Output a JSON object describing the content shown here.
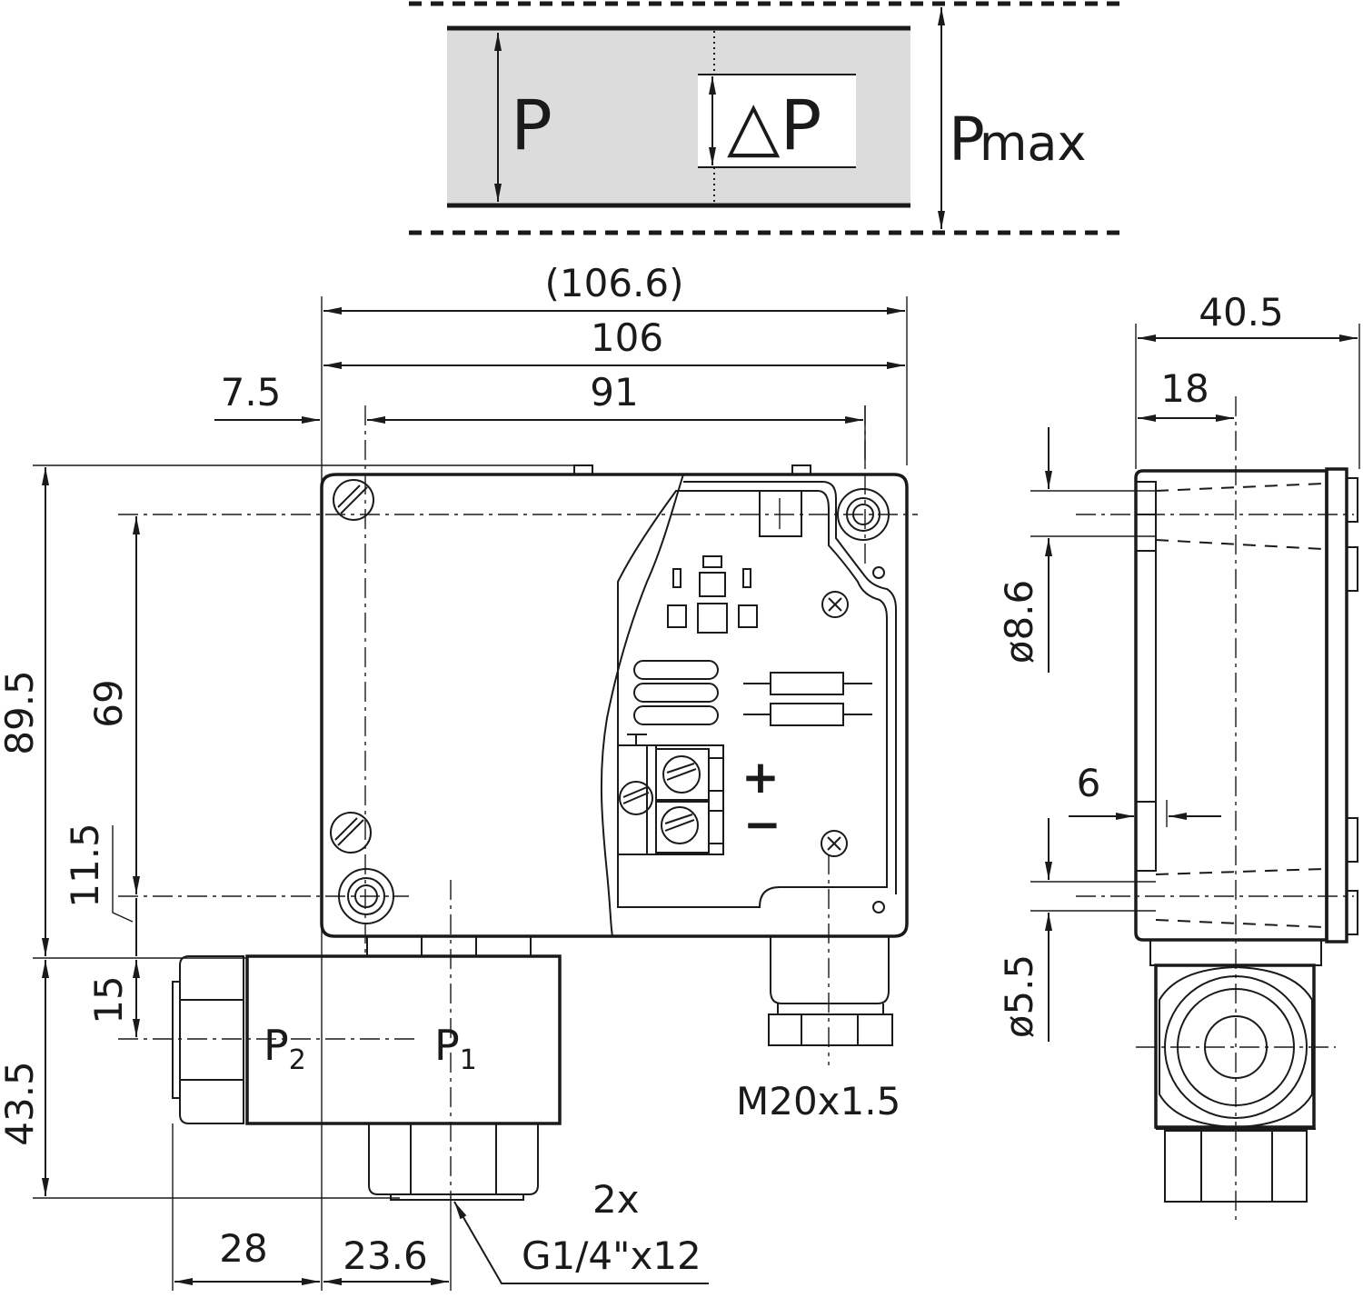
{
  "pressure_diagram": {
    "p_label": "P",
    "delta_p_label": "△P",
    "pmax_label": "P",
    "pmax_sub": "max",
    "fill": "#dcdcdc"
  },
  "dimensions": {
    "overall_width_ref": "(106.6)",
    "width": "106",
    "hole_spacing": "91",
    "offset": "7.5",
    "height": "89.5",
    "hole_vertical": "69",
    "bottom_hole_offset": "11.5",
    "port_offset": "15",
    "base_height": "43.5",
    "side_depth": "40.5",
    "side_hole_offset": "18",
    "hole_dia_large": "ø8.6",
    "side_step": "6",
    "hole_dia_small": "ø5.5",
    "port_p2_offset": "28",
    "port_p1_offset": "23.6"
  },
  "labels": {
    "port_p2": "P",
    "port_p2_sub": "2",
    "port_p1": "P",
    "port_p1_sub": "1",
    "cable_gland": "M20x1.5",
    "thread_count": "2x",
    "thread_spec": "G1/4\"x12",
    "terminal_plus": "+",
    "terminal_minus": "−"
  }
}
